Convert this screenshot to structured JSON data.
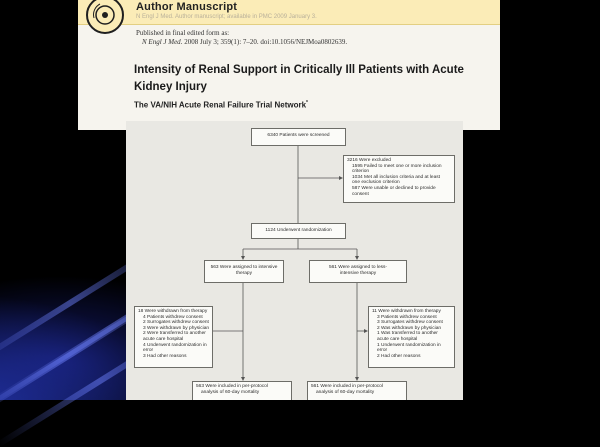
{
  "paper": {
    "banner_label": "Author Manuscript",
    "seal_text": "NATIONAL INSTITUTES OF HEALTH",
    "faint_line": "N Engl J Med. Author manuscript; available in PMC 2009 January 3.",
    "published_label": "Published in final edited form as:",
    "citation_journal": "N Engl J Med",
    "citation_rest": ". 2008 July 3; 359(1): 7–20. doi:10.1056/NEJMoa0802639.",
    "title": "Intensity of Renal Support in Critically Ill Patients with Acute Kidney Injury",
    "byline": "The VA/NIH Acute Renal Failure Trial Network",
    "byline_mark": "*"
  },
  "flowchart": {
    "screened": "6340 Patients were screened",
    "excluded": [
      "3216 Were excluded",
      "1595 Failed to meet one or more inclusion",
      "criterion",
      "1034 Met all inclusion criteria and at least",
      "one exclusion criterion",
      "587 Were unable or declined to provide",
      "consent"
    ],
    "randomized": "1124 Underwent randomization",
    "intensive": [
      "563 Were assigned to intensive",
      "therapy"
    ],
    "less_intensive": [
      "561 Were assigned to less-",
      "intensive therapy"
    ],
    "withdrawn_left": [
      "18 Were withdrawn from therapy",
      "4 Patients withdrew consent",
      "2 Surrogates withdrew consent",
      "3 Were withdrawn by physician",
      "2 Were transferred to another",
      "acute care hospital",
      "4 Underwent randomization in",
      "error",
      "3 Had other reasons"
    ],
    "withdrawn_right": [
      "11 Were withdrawn from therapy",
      "3 Patients withdrew consent",
      "3 Surrogates withdrew consent",
      "2 Was withdrawn by physician",
      "1 Was transferred to another",
      "acute care hospital",
      "1 Underwent randomization in",
      "error",
      "2 Had other reasons"
    ],
    "perprotocol_left": [
      "563 Were included in per-protocol",
      "analysis of 60-day mortality"
    ],
    "perprotocol_right": [
      "561 Were included in per-protocol",
      "analysis of 60-day mortality"
    ]
  }
}
